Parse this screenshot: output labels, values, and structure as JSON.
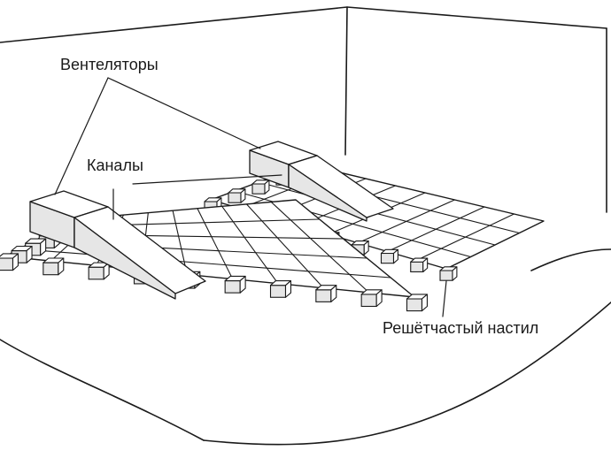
{
  "labels": {
    "fans": "Вентеляторы",
    "channels": "Каналы",
    "lattice_floor": "Решётчастый настил"
  },
  "colors": {
    "ink": "#1a1a1a",
    "background": "#ffffff",
    "block_shade": "#e6e6e6"
  },
  "grids": {
    "left": {
      "rows": 5,
      "cols": 9
    },
    "right": {
      "rows": 4,
      "cols": 8
    }
  }
}
